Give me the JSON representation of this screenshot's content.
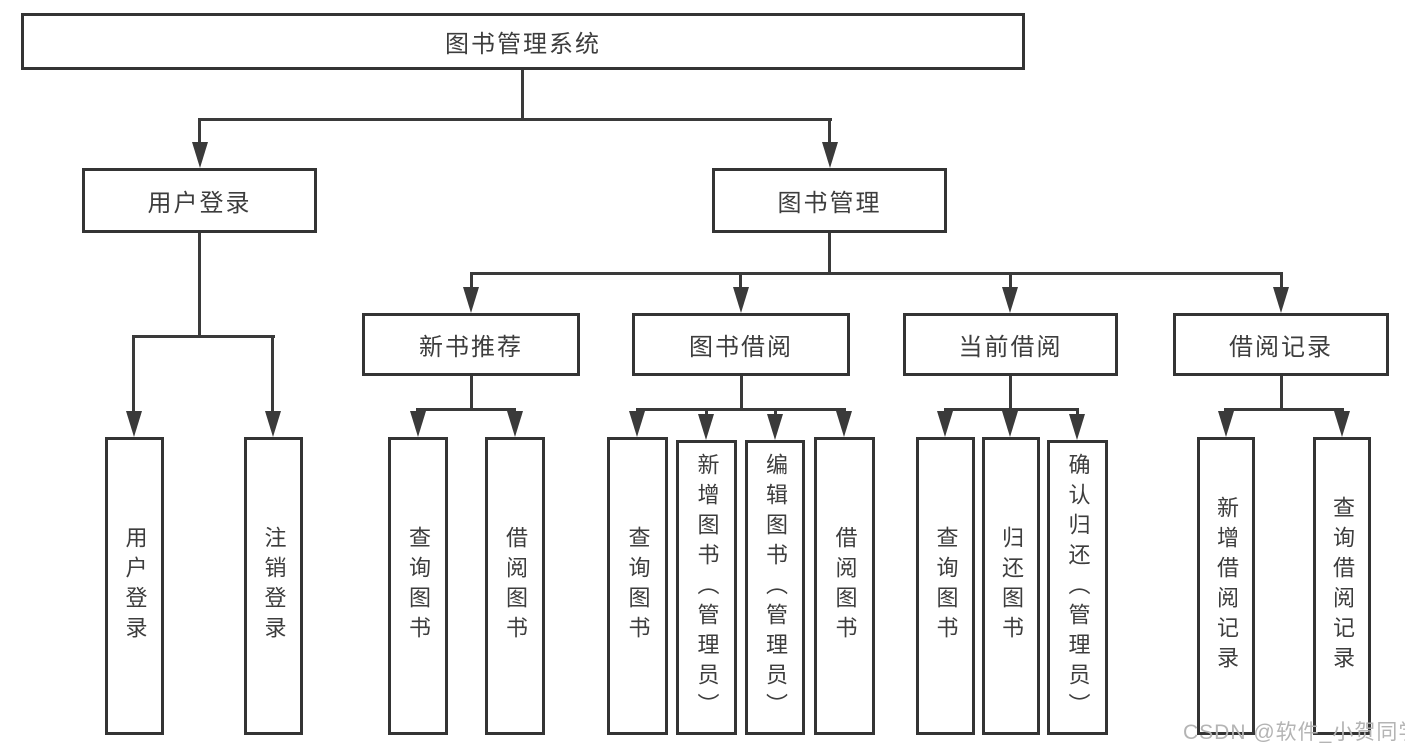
{
  "colors": {
    "line": "#3a3a3a",
    "box_border": "#343434",
    "text": "#3d3d3d",
    "background": "#ffffff",
    "watermark": "#b4b4b4"
  },
  "tree": {
    "root": {
      "label": "图书管理系统"
    },
    "branches": [
      {
        "label": "用户登录",
        "leaves": [
          {
            "label": "用户登录"
          },
          {
            "label": "注销登录"
          }
        ]
      },
      {
        "label": "图书管理",
        "groups": [
          {
            "label": "新书推荐",
            "leaves": [
              {
                "label": "查询图书"
              },
              {
                "label": "借阅图书"
              }
            ]
          },
          {
            "label": "图书借阅",
            "leaves": [
              {
                "label": "查询图书"
              },
              {
                "label": "新增图书（管理员）"
              },
              {
                "label": "编辑图书（管理员）"
              },
              {
                "label": "借阅图书"
              }
            ]
          },
          {
            "label": "当前借阅",
            "leaves": [
              {
                "label": "查询图书"
              },
              {
                "label": "归还图书"
              },
              {
                "label": "确认归还（管理员）"
              }
            ]
          },
          {
            "label": "借阅记录",
            "leaves": [
              {
                "label": "新增借阅记录"
              },
              {
                "label": "查询借阅记录"
              }
            ]
          }
        ]
      }
    ]
  },
  "watermark": {
    "text": "CSDN @软件_小贺同学"
  }
}
